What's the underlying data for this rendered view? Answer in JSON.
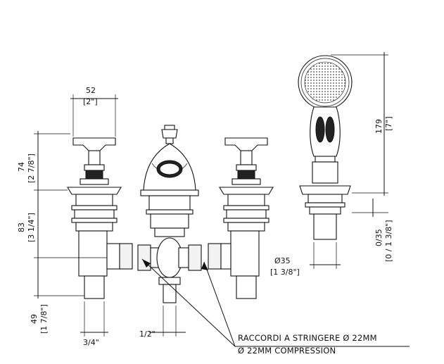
{
  "dimensions": {
    "handle_width": "52",
    "handle_width_in": "[2\"]",
    "handle_height": "74",
    "handle_height_in": "[2 7/8\"]",
    "body_height": "83",
    "body_height_in": "[3 1/4\"]",
    "inlet_height": "49",
    "inlet_height_in": "[1 7/8\"]",
    "inlet_thread": "3/4\"",
    "outlet_thread": "1/2\"",
    "shower_height": "179",
    "shower_height_in": "[7\"]",
    "deck_range": "0/35",
    "deck_range_in": "[0 / 1 3/8\"]",
    "hole_diameter": "Ø35",
    "hole_diameter_in": "[1 3/8\"]"
  },
  "notes": {
    "compression_it": "RACCORDI A STRINGERE Ø 22MM",
    "compression_en": "Ø 22MM COMPRESSION"
  }
}
